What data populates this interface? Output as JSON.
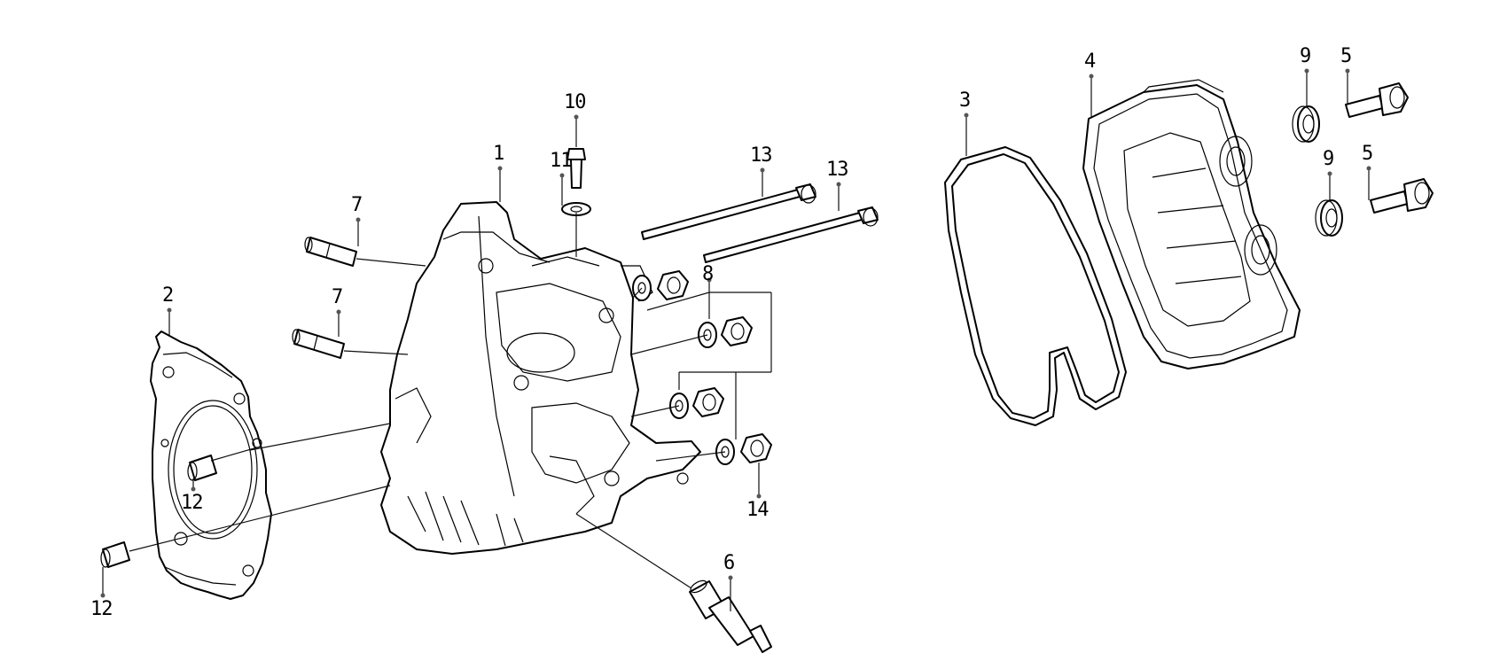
{
  "diagram": {
    "type": "exploded-parts-view",
    "callouts": [
      {
        "key": "c1",
        "label": "1"
      },
      {
        "key": "c2",
        "label": "2"
      },
      {
        "key": "c3",
        "label": "3"
      },
      {
        "key": "c4",
        "label": "4"
      },
      {
        "key": "c5a",
        "label": "5"
      },
      {
        "key": "c5b",
        "label": "5"
      },
      {
        "key": "c6",
        "label": "6"
      },
      {
        "key": "c7a",
        "label": "7"
      },
      {
        "key": "c7b",
        "label": "7"
      },
      {
        "key": "c8",
        "label": "8"
      },
      {
        "key": "c9a",
        "label": "9"
      },
      {
        "key": "c9b",
        "label": "9"
      },
      {
        "key": "c10",
        "label": "10"
      },
      {
        "key": "c11",
        "label": "11"
      },
      {
        "key": "c12a",
        "label": "12"
      },
      {
        "key": "c12b",
        "label": "12"
      },
      {
        "key": "c13a",
        "label": "13"
      },
      {
        "key": "c13b",
        "label": "13"
      },
      {
        "key": "c14",
        "label": "14"
      }
    ]
  }
}
